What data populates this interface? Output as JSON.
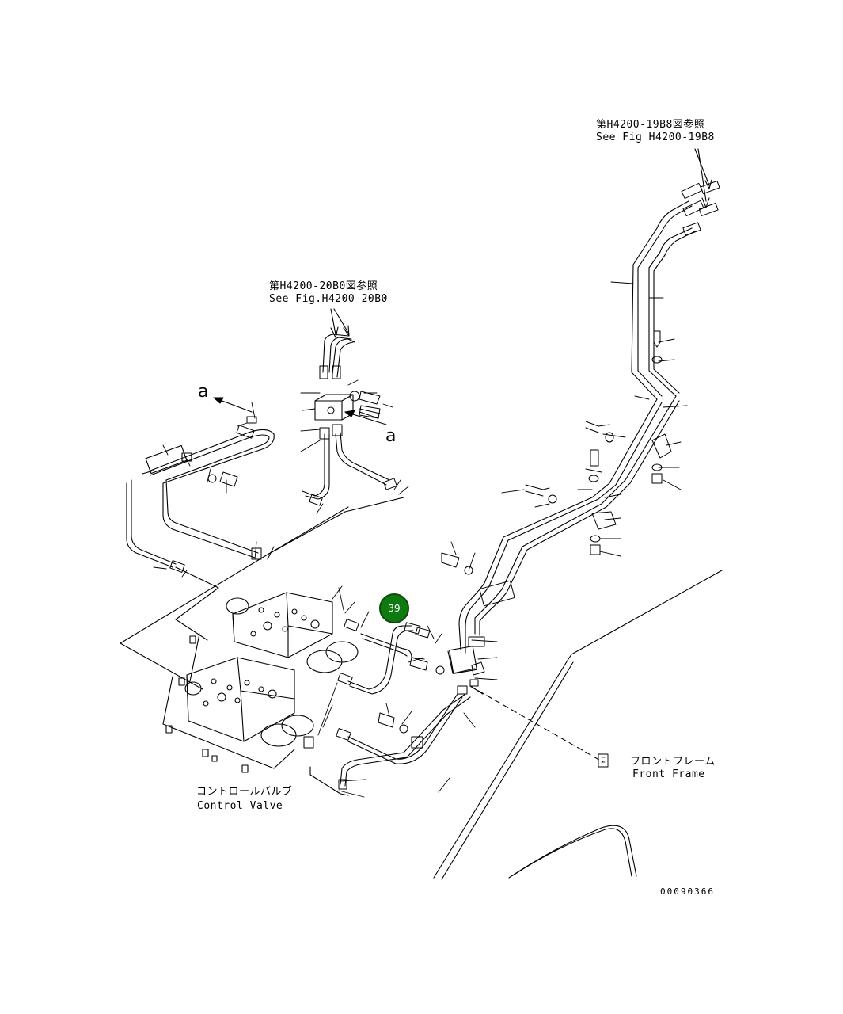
{
  "references": {
    "top_right": {
      "jp": "第H4200-19B8図参照",
      "en": "See Fig H4200-19B8"
    },
    "top_middle": {
      "jp": "第H4200-20B0図参照",
      "en": "See Fig.H4200-20B0"
    }
  },
  "markers": {
    "a_upper": "a",
    "a_lower": "a"
  },
  "parts": {
    "front_frame": {
      "jp": "フロントフレーム",
      "en": "Front Frame"
    },
    "control_valve": {
      "jp": "コントロールバルブ",
      "en": "Control Valve"
    }
  },
  "callout": {
    "number": "39",
    "color": "#0f7a10"
  },
  "drawing_id": "00090366"
}
